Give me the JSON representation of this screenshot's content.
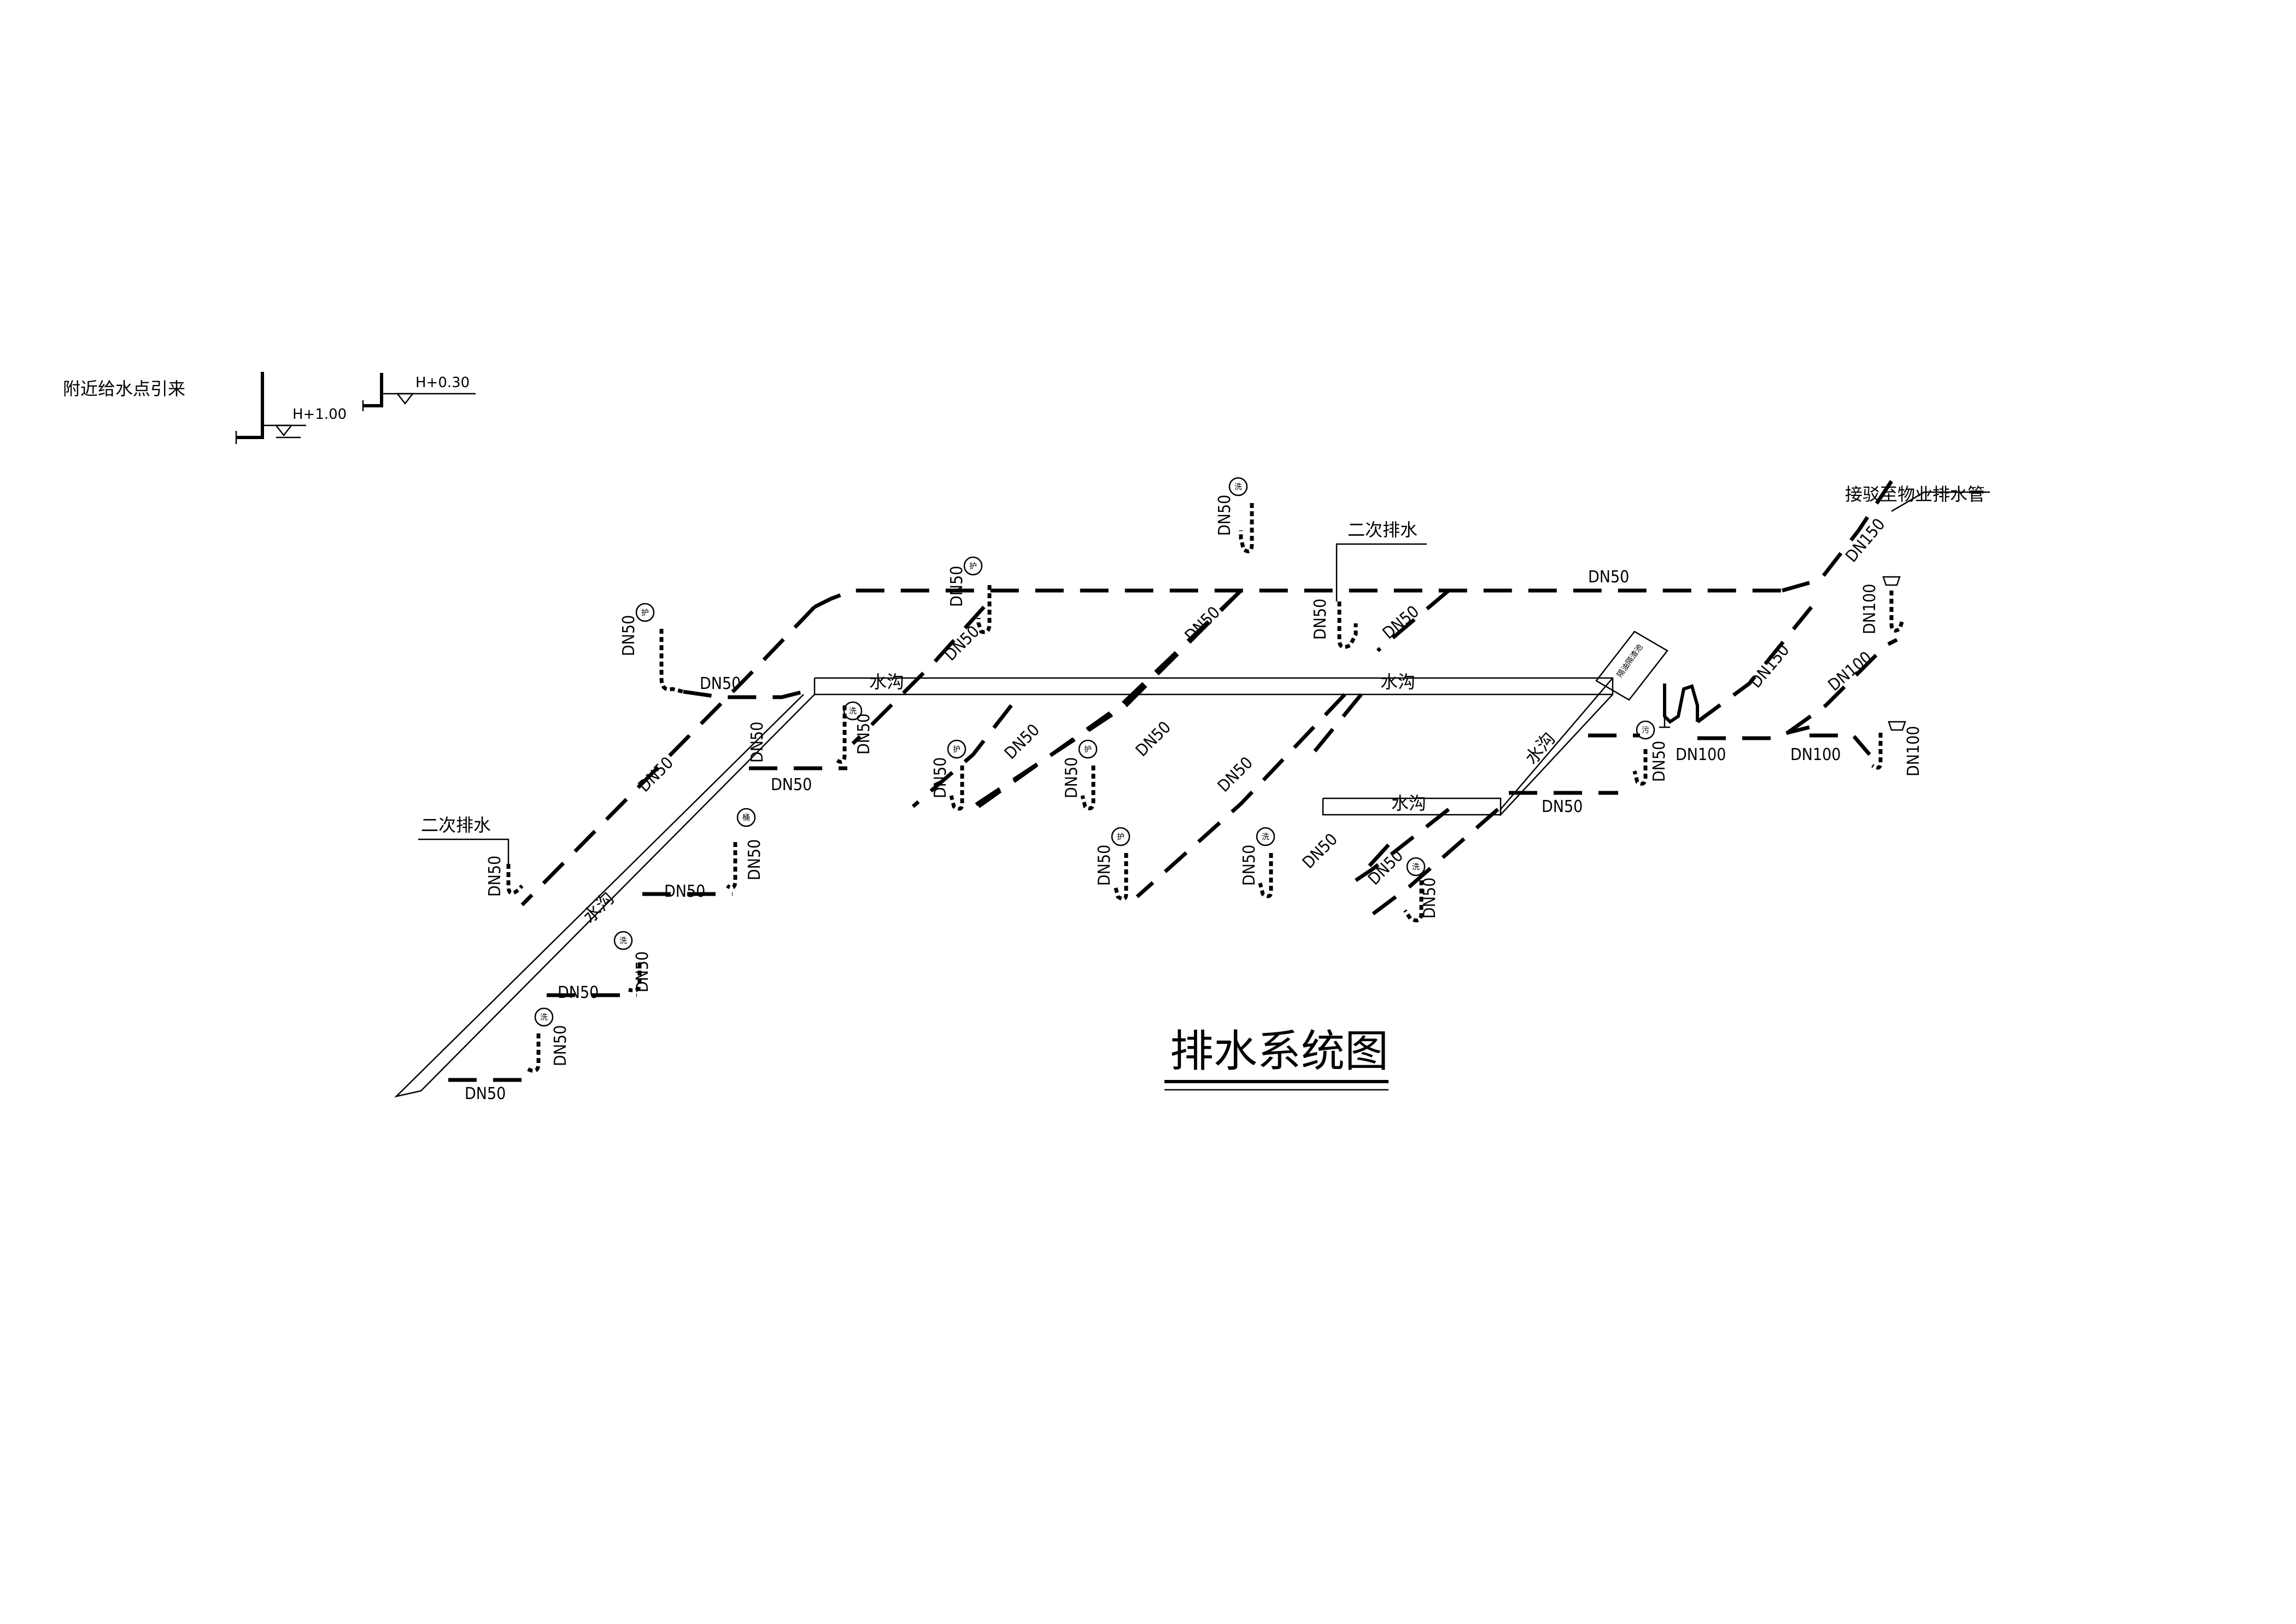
{
  "title": "排水系统图",
  "notes": {
    "water_source": "附近给水点引来",
    "elev1": "H+1.00",
    "elev2": "H+0.30",
    "connect": "接驳至物业排水管",
    "secondary_drain": "二次排水",
    "trench": "水沟"
  },
  "pipe_sizes": {
    "dn50": "DN50",
    "dn100": "DN100",
    "dn150": "DN150"
  },
  "fixtures": {
    "hu": "护",
    "xi": "洗",
    "wu": "污",
    "tong": "桶",
    "separator": "隔油隔渣池"
  }
}
